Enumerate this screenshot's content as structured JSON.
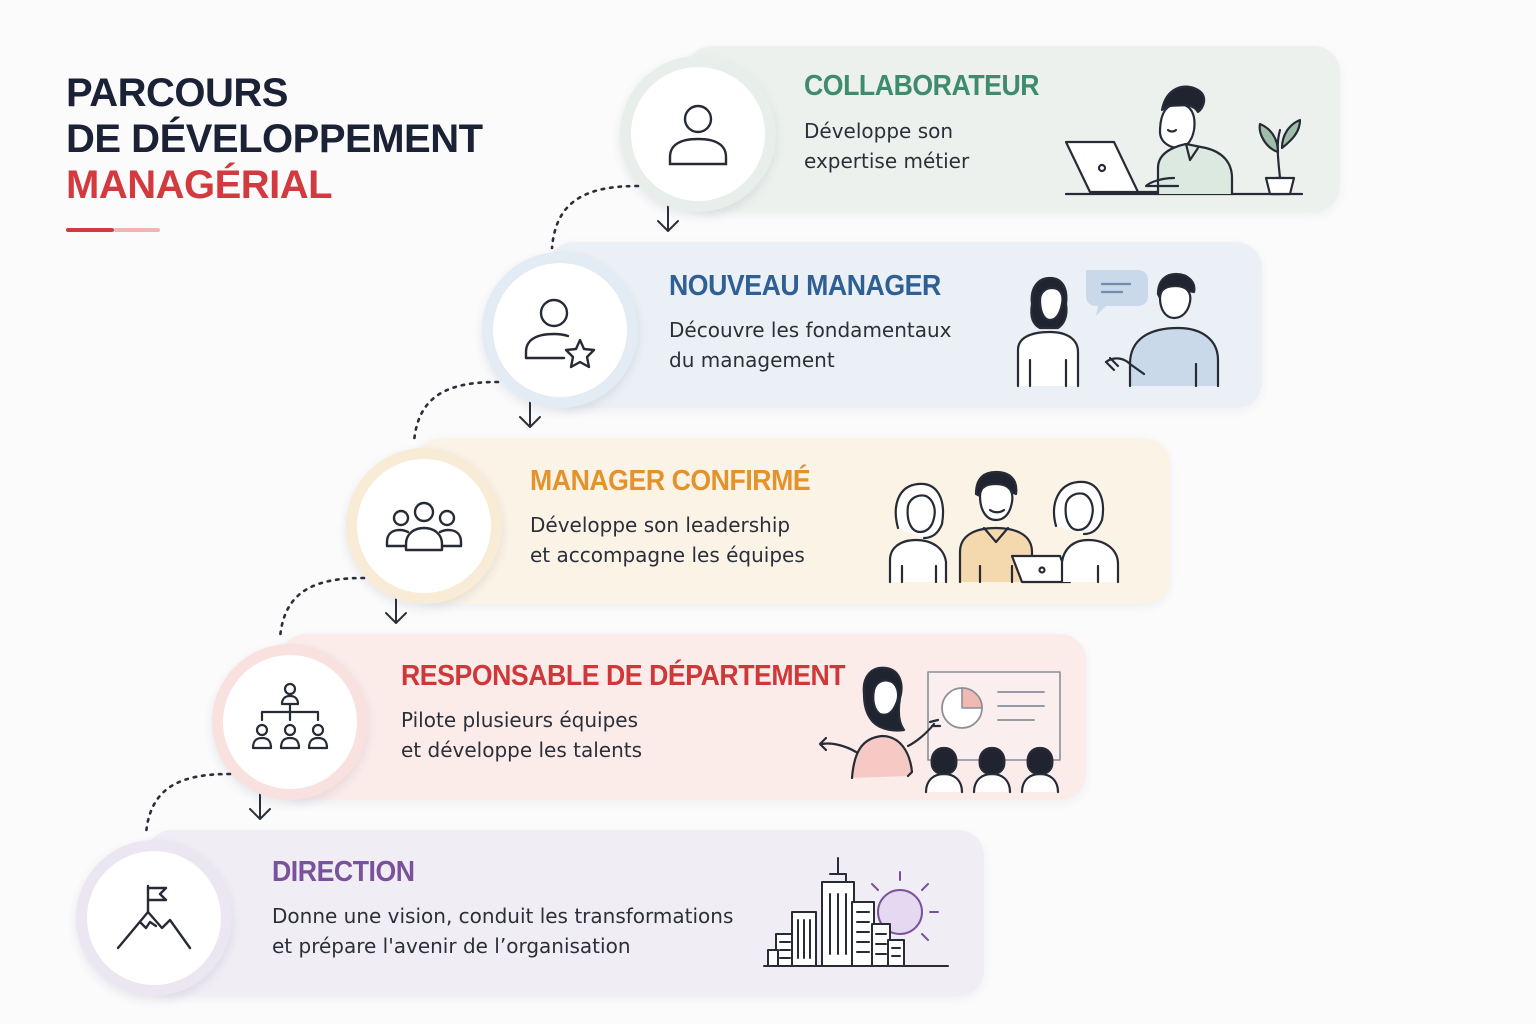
{
  "header": {
    "title_line1": "PARCOURS",
    "title_line2": "DE DÉVELOPPEMENT",
    "title_accent": "MANAGÉRIAL"
  },
  "colors": {
    "title": "#1b2236",
    "accent": "#d33a3f",
    "collaborateur": "#3f8b6e",
    "nouveau_manager": "#2f5f93",
    "manager_confirme": "#e4922b",
    "responsable": "#cf3838",
    "direction": "#7a529b"
  },
  "stages": [
    {
      "title": "COLLABORATEUR",
      "desc1": "Développe son",
      "desc2": "expertise métier",
      "icon": "user-icon",
      "illustration": "person-at-laptop-illustration"
    },
    {
      "title": "NOUVEAU MANAGER",
      "desc1": "Découvre les fondamentaux",
      "desc2": "du management",
      "icon": "user-star-icon",
      "illustration": "two-people-talking-illustration"
    },
    {
      "title": "MANAGER CONFIRMÉ",
      "desc1": "Développe son leadership",
      "desc2": "et accompagne les équipes",
      "icon": "group-icon",
      "illustration": "team-meeting-illustration"
    },
    {
      "title": "RESPONSABLE DE DÉPARTEMENT",
      "desc1": "Pilote plusieurs équipes",
      "desc2": "et développe les talents",
      "icon": "org-chart-icon",
      "illustration": "presentation-illustration"
    },
    {
      "title": "DIRECTION",
      "desc1": "Donne une vision, conduit les transformations",
      "desc2": "et prépare l'avenir de l’organisation",
      "icon": "mountain-flag-icon",
      "illustration": "city-skyline-illustration"
    }
  ]
}
